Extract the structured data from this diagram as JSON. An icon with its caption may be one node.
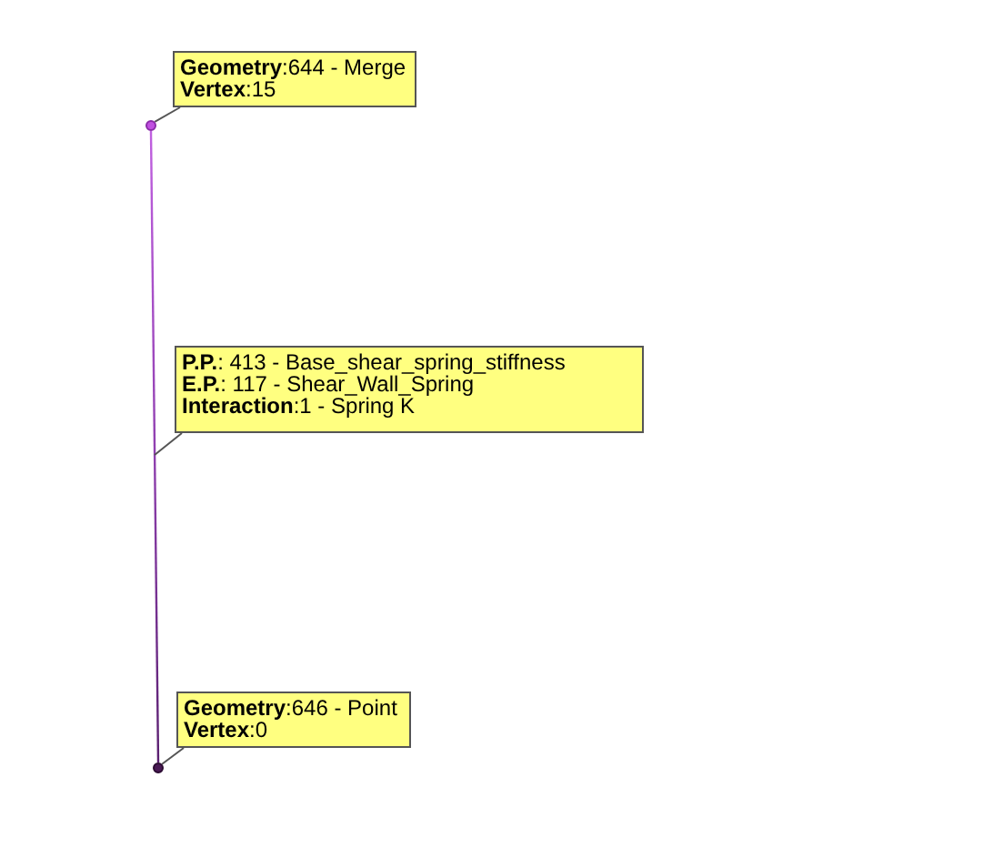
{
  "diagram": {
    "nodes": [
      {
        "text": [
          "**Geometry**:644 - Merge",
          "**Vertex**:15"
        ]
      },
      {
        "text": [],
        "shape": "circle"
      },
      {
        "text": [
          "**P.P.**: 413 - Base_shear_spring_stiffness",
          "**E.P.**: 117 - Shear_Wall_Spring",
          "**Interaction**:1 - Spring K"
        ]
      },
      {
        "text": [
          "**Geometry**:646 - Point",
          "**Vertex**:0"
        ]
      },
      {
        "text": [],
        "shape": "circle"
      }
    ],
    "edges": [
      {
        "from": 1,
        "to": 4,
        "arrow": "none"
      },
      {
        "from": 0,
        "to": 1,
        "arrow": "none"
      },
      {
        "from": 2,
        "to": null,
        "arrow": "none"
      },
      {
        "from": 3,
        "to": 4,
        "arrow": "none"
      }
    ]
  }
}
